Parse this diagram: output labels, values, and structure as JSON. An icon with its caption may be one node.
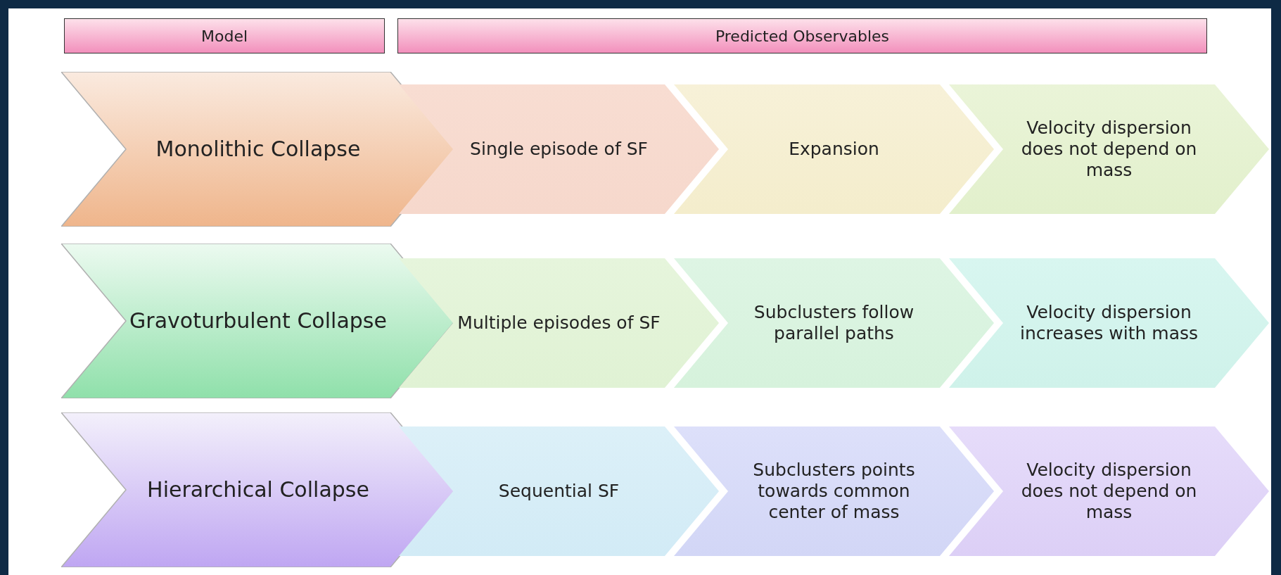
{
  "diagram": {
    "nodes": [
      {
        "text": [
          "Model"
        ]
      },
      {
        "text": [
          "Predicted Observables"
        ]
      },
      {
        "text": [
          "Monolithic Collapse"
        ]
      },
      {
        "text": [
          "Single episode of SF"
        ]
      },
      {
        "text": [
          "Expansion"
        ]
      },
      {
        "text": [
          "Velocity dispersion does not depend on mass"
        ]
      },
      {
        "text": [
          "Gravoturbulent Collapse"
        ]
      },
      {
        "text": [
          "Multiple episodes of SF"
        ]
      },
      {
        "text": [
          "Subclusters follow parallel paths"
        ]
      },
      {
        "text": [
          "Velocity dispersion increases with mass"
        ]
      },
      {
        "text": [
          "Hierarchical Collapse"
        ]
      },
      {
        "text": [
          "Sequential SF"
        ]
      },
      {
        "text": [
          "Subclusters points towards common center of mass"
        ]
      },
      {
        "text": [
          "Velocity dispersion does not depend on mass"
        ]
      }
    ]
  }
}
